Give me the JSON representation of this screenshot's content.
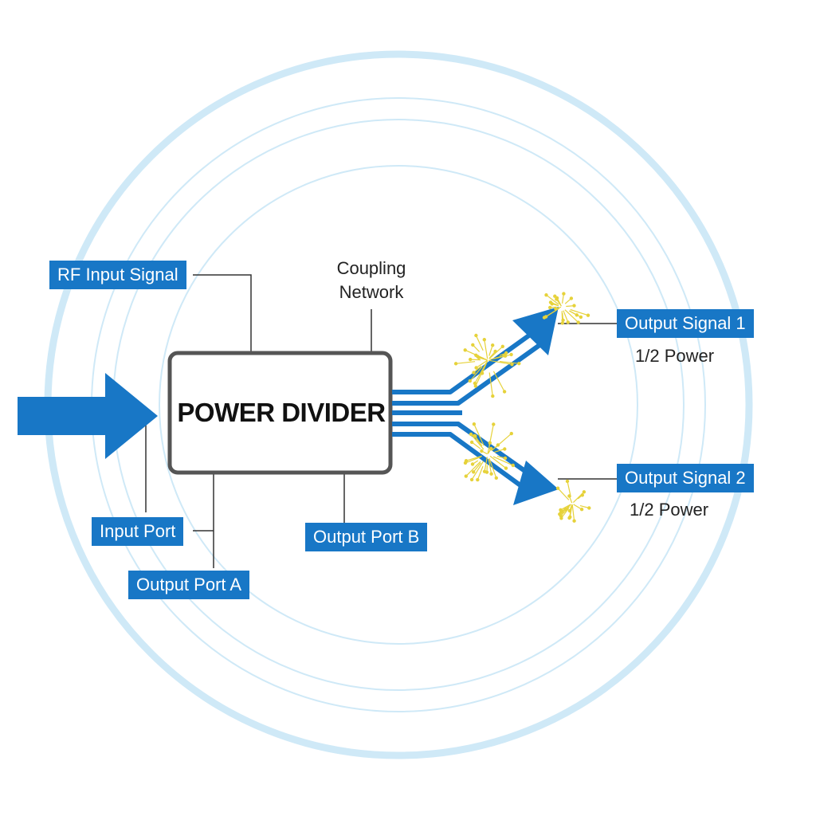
{
  "block": {
    "label": "POWER DIVIDER"
  },
  "labels": {
    "rf_input": "RF Input Signal",
    "coupling_line1": "Coupling",
    "coupling_line2": "Network",
    "input_port": "Input Port",
    "output_port_a": "Output Port A",
    "output_port_b": "Output Port B",
    "output_signal_1": "Output Signal 1",
    "output_signal_1_power": "1/2 Power",
    "output_signal_2": "Output Signal 2",
    "output_signal_2_power": "1/2 Power"
  },
  "colors": {
    "accent": "#1877c6",
    "ring": "#cfe9f7",
    "block_border": "#555555",
    "spark": "#e6d23a",
    "leader_line": "#333333"
  }
}
